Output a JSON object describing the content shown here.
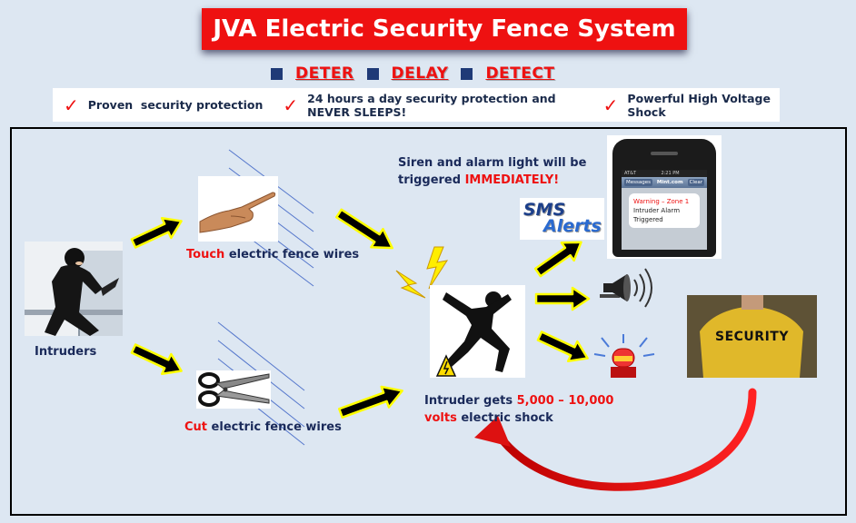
{
  "title": "JVA Electric Security Fence System",
  "tagline": [
    "DETER",
    "DELAY",
    "DETECT"
  ],
  "benefits": [
    "Proven  security protection",
    "24 hours a day security protection and NEVER SLEEPS!",
    "Powerful High Voltage Shock"
  ],
  "intruders_label": "Intruders",
  "touch": {
    "highlight": "Touch",
    "rest": " electric fence wires"
  },
  "cut": {
    "highlight": "Cut",
    "rest": " electric fence wires"
  },
  "siren": {
    "line1": "Siren and alarm light will be",
    "line2_prefix": "triggered ",
    "line2_highlight": "IMMEDIATELY!"
  },
  "shock": {
    "line1_prefix": "Intruder gets ",
    "line1_highlight": "5,000 – 10,000",
    "line2_highlight": "volts",
    "line2_rest": " electric shock"
  },
  "sms": {
    "word1": "SMS",
    "word2": "Alerts"
  },
  "phone": {
    "carrier": "AT&T",
    "time": "2:21 PM",
    "back_button": "Messages",
    "header": "Mint.com",
    "clear_button": "Clear",
    "message_line1": "Warning – Zone 1",
    "message_line2": "Intruder Alarm",
    "message_line3": "Triggered"
  },
  "security_text": "SECURITY",
  "colors": {
    "accent_red": "#ee1111",
    "navy": "#1a2a5a",
    "arrow_yellow": "#ffff00",
    "background": "#dde7f2"
  }
}
